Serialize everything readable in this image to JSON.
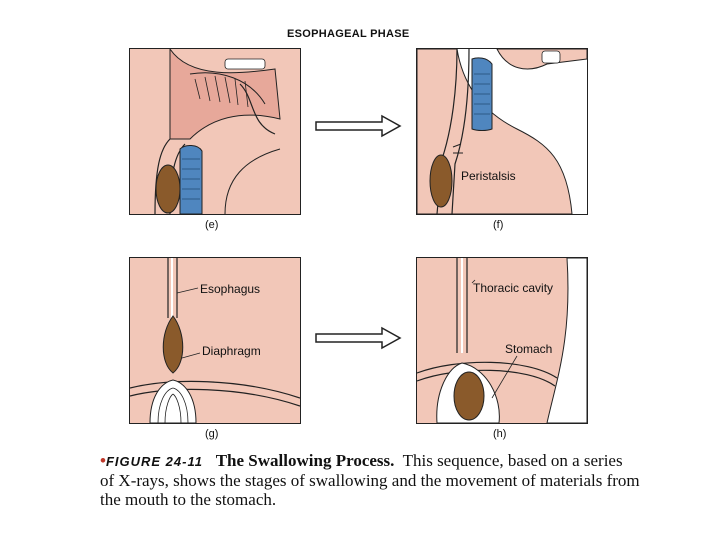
{
  "title": "ESOPHAGEAL PHASE",
  "panels": {
    "e": {
      "label": "(e)"
    },
    "f": {
      "label": "(f)",
      "callout": "Peristalsis"
    },
    "g": {
      "label": "(g)",
      "callout_top": "Esophagus",
      "callout_bottom": "Diaphragm"
    },
    "h": {
      "label": "(h)",
      "callout_top": "Thoracic cavity",
      "callout_bottom": "Stomach"
    }
  },
  "caption": {
    "bullet": "•",
    "figure_number": "FIGURE 24-11",
    "figure_title": "The Swallowing Process.",
    "text": "This sequence, based on a series of X-rays, shows the stages of swallowing and the movement of materials from the mouth to the stomach."
  },
  "colors": {
    "tissue": "#f2c7b8",
    "bolus": "#8a5a2b",
    "trachea": "#4f86bf",
    "outline": "#222222"
  }
}
